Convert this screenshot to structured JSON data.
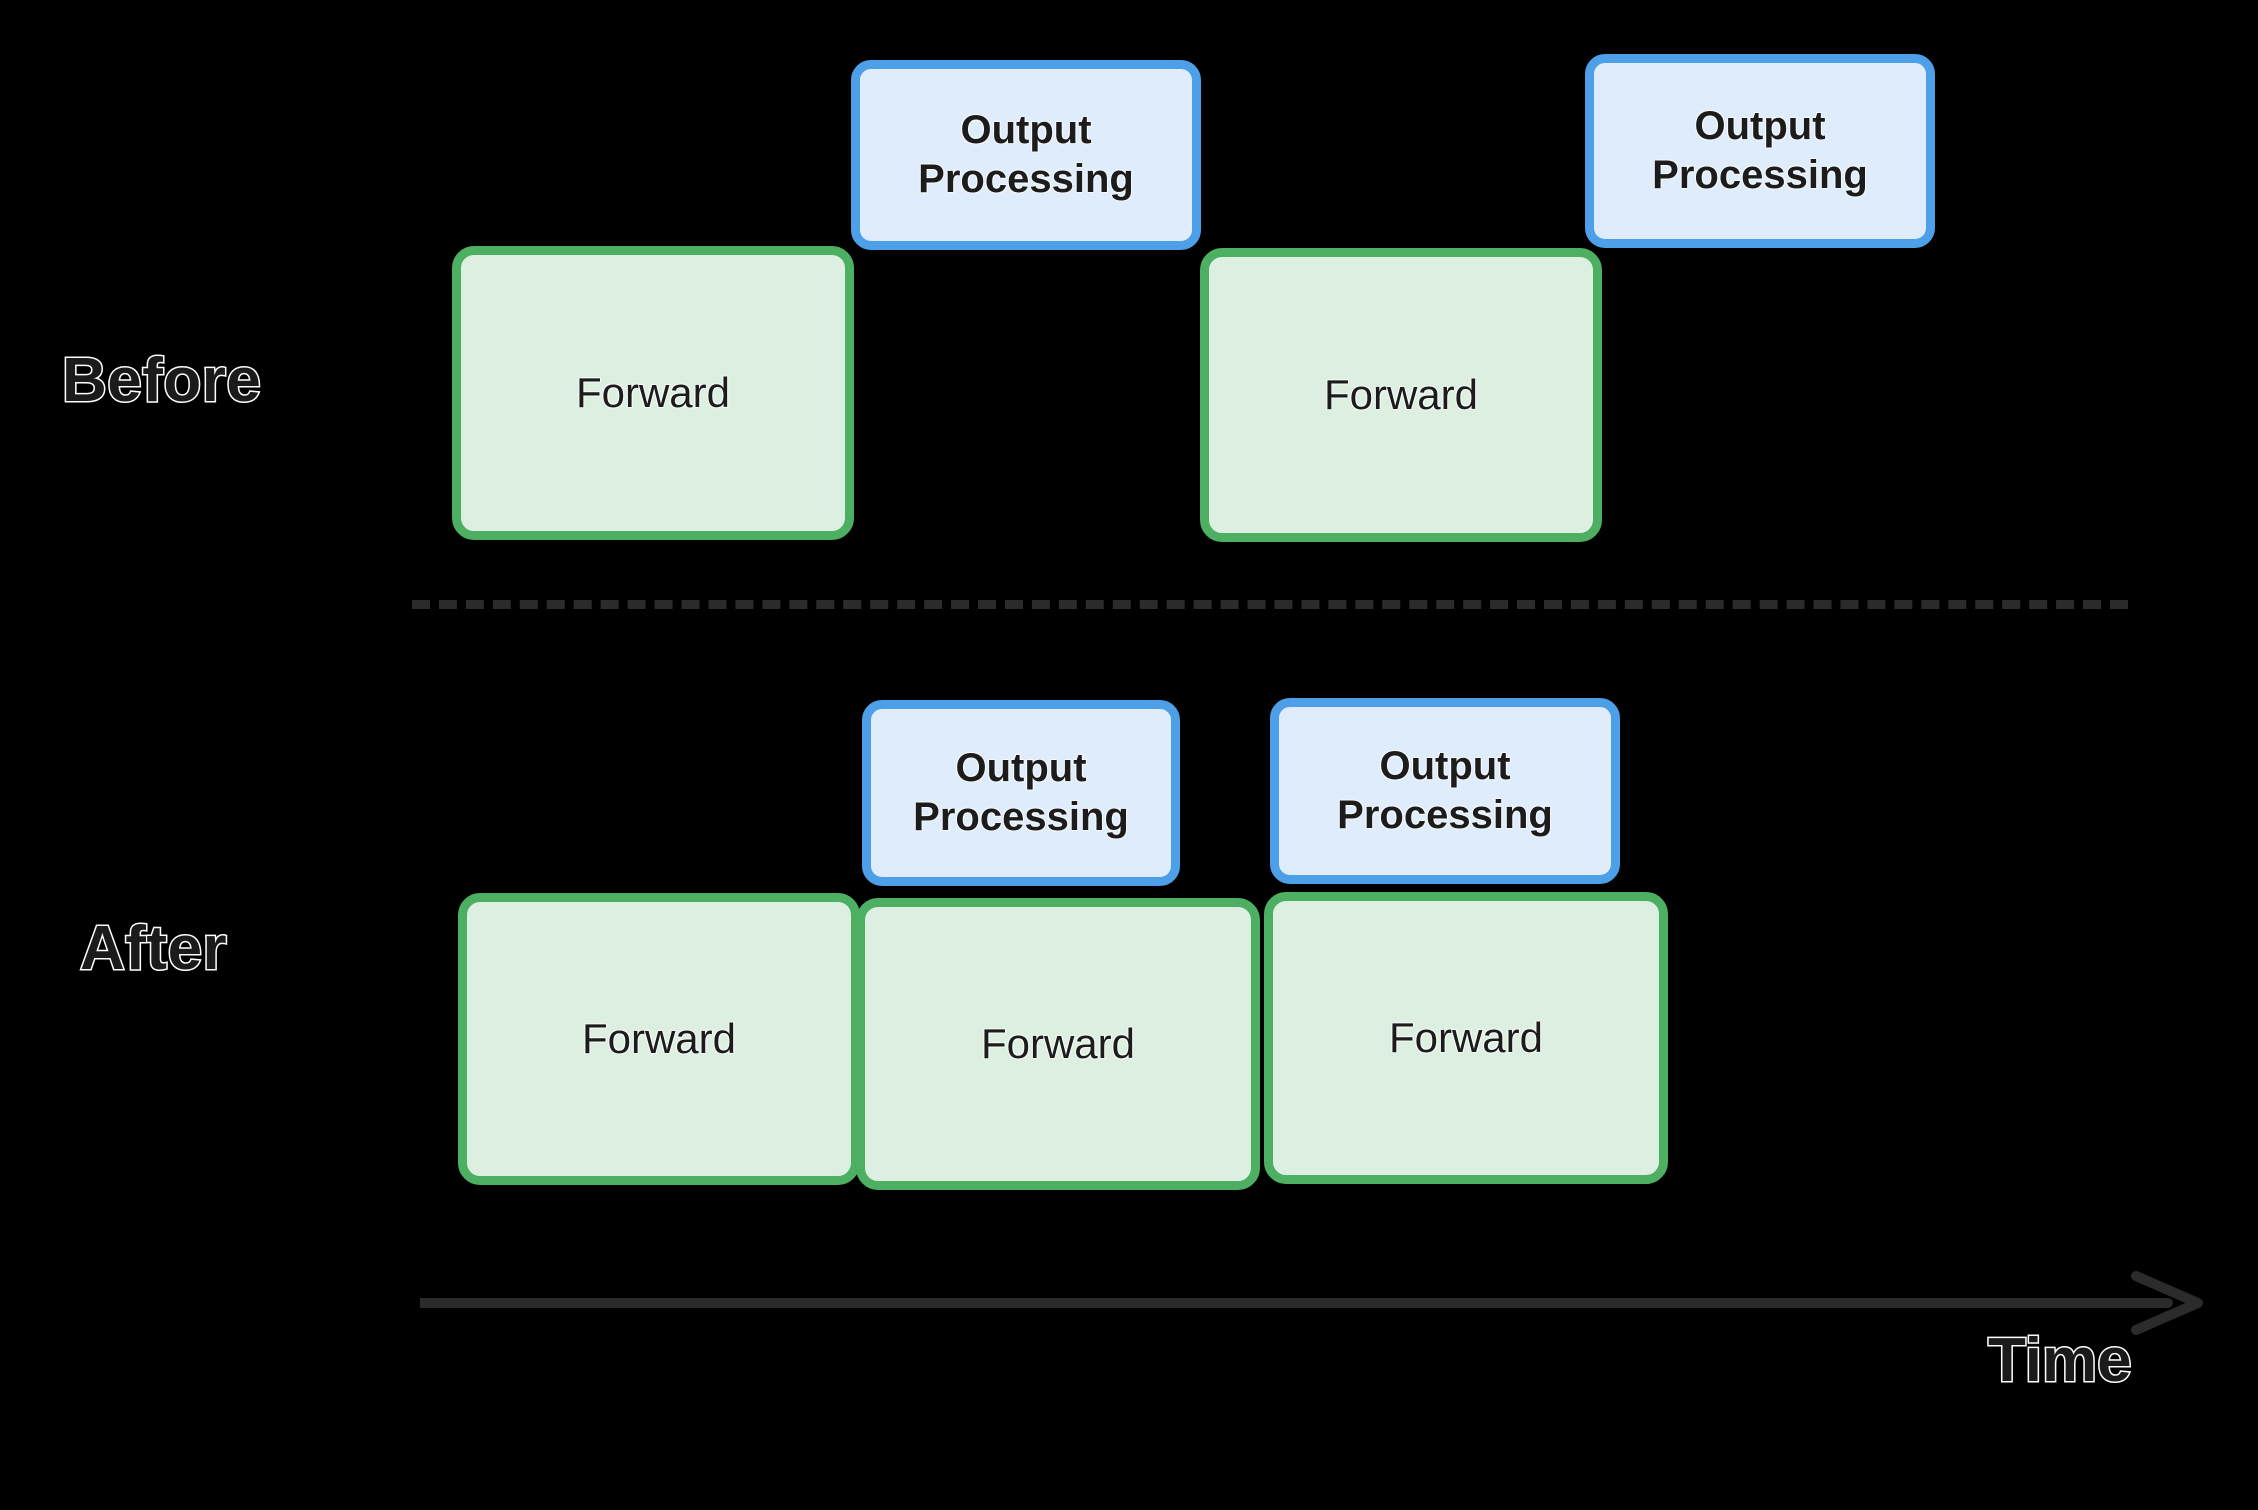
{
  "diagram": {
    "title": "Before and After output processing overlap timeline",
    "background_color": "#000000",
    "rows": [
      {
        "label": "Before",
        "forward_blocks": [
          {
            "label": "Forward"
          },
          {
            "label": "Forward"
          }
        ],
        "output_blocks": [
          {
            "label": "Output\nProcessing",
            "line1": "Output",
            "line2": "Processing"
          },
          {
            "label": "Output\nProcessing",
            "line1": "Output",
            "line2": "Processing"
          }
        ]
      },
      {
        "label": "After",
        "forward_blocks": [
          {
            "label": "Forward"
          },
          {
            "label": "Forward"
          },
          {
            "label": "Forward"
          }
        ],
        "output_blocks": [
          {
            "label": "Output\nProcessing",
            "line1": "Output",
            "line2": "Processing"
          },
          {
            "label": "Output\nProcessing",
            "line1": "Output",
            "line2": "Processing"
          }
        ]
      }
    ],
    "axis": {
      "label": "Time",
      "direction": "left-to-right",
      "arrow_icon": "arrow-right-icon"
    },
    "divider": {
      "style": "dashed",
      "color": "#2b2b2b"
    },
    "colors": {
      "forward_fill": "#dcefe0",
      "forward_border": "#4caf62",
      "output_fill": "#dfecfb",
      "output_border": "#4d9fe8",
      "text": "#1c1c1c",
      "text_outline": "#ffffff",
      "axis": "#2b2b2b"
    }
  }
}
